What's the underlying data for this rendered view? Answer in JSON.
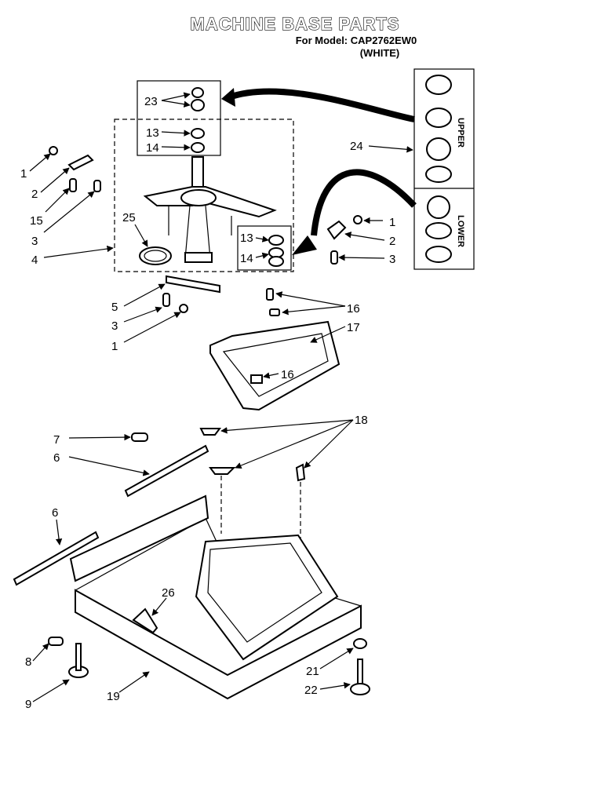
{
  "header": {
    "title": "MACHINE BASE PARTS",
    "model_line": "For Model: CAP2762EW0",
    "color_line": "(WHITE)"
  },
  "panel": {
    "upper_label": "UPPER",
    "lower_label": "LOWER"
  },
  "callouts": {
    "c23": "23",
    "c13a": "13",
    "c14a": "14",
    "c24": "24",
    "c1a": "1",
    "c2a": "2",
    "c15": "15",
    "c3a": "3",
    "c4": "4",
    "c25": "25",
    "c1b": "1",
    "c2b": "2",
    "c3b": "3",
    "c13b": "13",
    "c14b": "14",
    "c5": "5",
    "c3c": "3",
    "c1c": "1",
    "c16a": "16",
    "c17": "17",
    "c16b": "16",
    "c7": "7",
    "c6a": "6",
    "c18": "18",
    "c6b": "6",
    "c26": "26",
    "c8": "8",
    "c9": "9",
    "c19": "19",
    "c21": "21",
    "c22": "22"
  }
}
